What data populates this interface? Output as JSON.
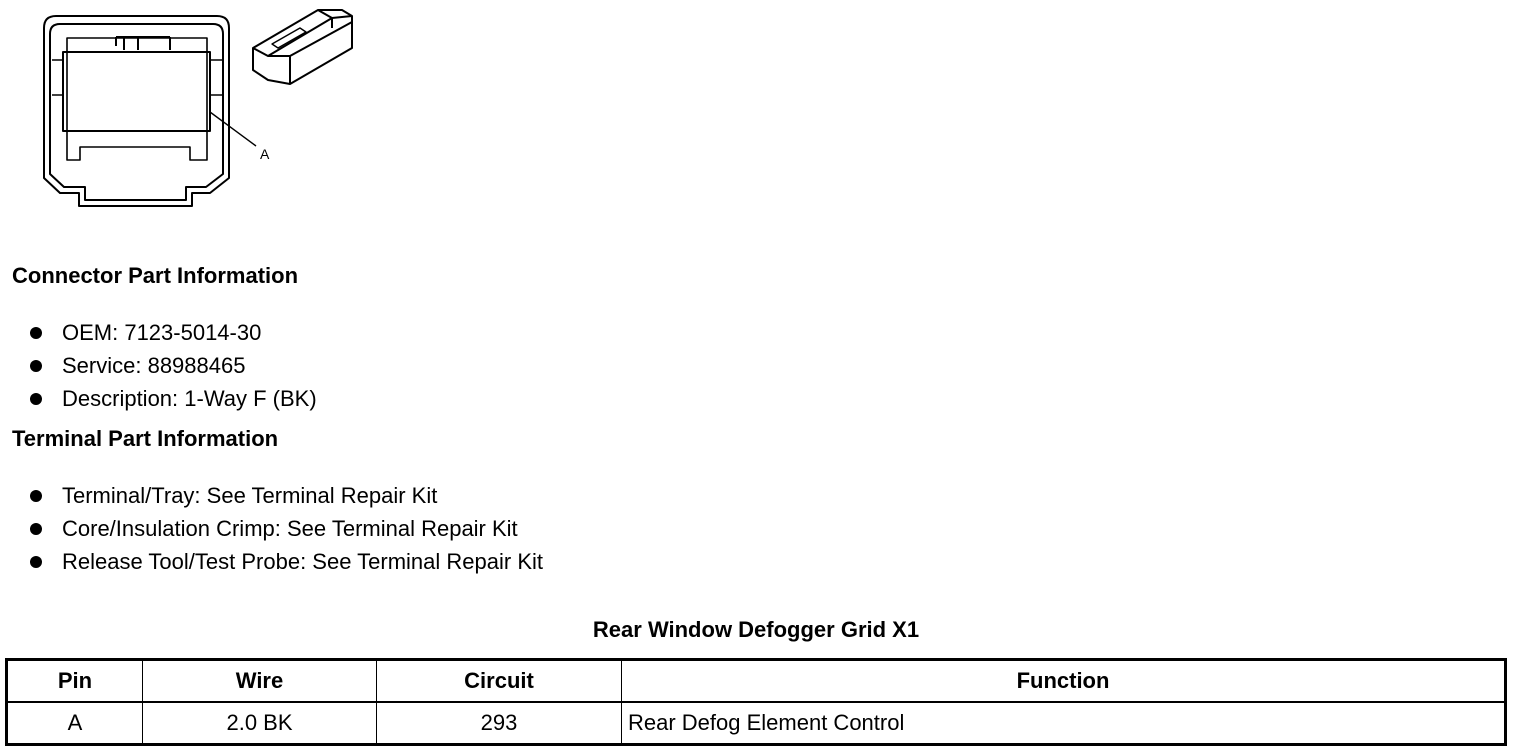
{
  "diagram": {
    "callout_label": "A"
  },
  "connector_section": {
    "heading": "Connector Part Information",
    "items": [
      "OEM: 7123-5014-30",
      "Service: 88988465",
      "Description: 1-Way F (BK)"
    ]
  },
  "terminal_section": {
    "heading": "Terminal Part Information",
    "items": [
      "Terminal/Tray: See Terminal Repair Kit",
      "Core/Insulation Crimp: See Terminal Repair Kit",
      "Release Tool/Test Probe: See Terminal Repair Kit"
    ]
  },
  "pin_table": {
    "title": "Rear Window Defogger Grid X1",
    "headers": [
      "Pin",
      "Wire",
      "Circuit",
      "Function"
    ],
    "rows": [
      [
        "A",
        "2.0 BK",
        "293",
        "Rear Defog Element Control"
      ]
    ]
  }
}
